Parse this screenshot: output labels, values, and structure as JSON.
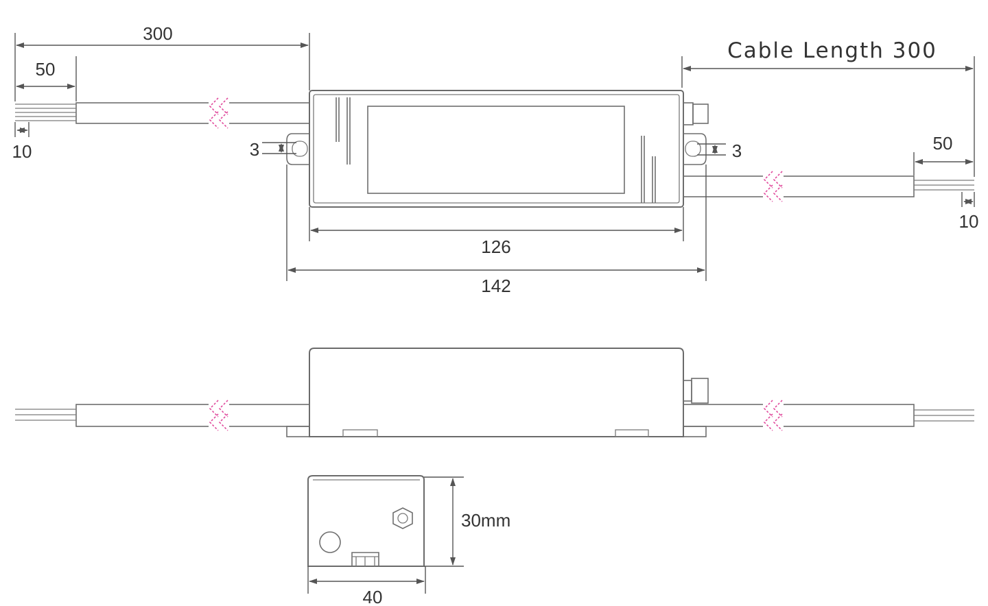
{
  "dimensions": {
    "cable_left_total": "300",
    "strip_left": "50",
    "tip_left": "10",
    "tab_left": "3",
    "tab_right": "3",
    "cable_length_label": "Cable Length 300",
    "strip_right": "50",
    "tip_right": "10",
    "body_length": "126",
    "overall_length": "142",
    "height": "30mm",
    "width": "40"
  },
  "colors": {
    "line": "#6e6e6e",
    "dimension": "#555555",
    "break_mark": "#e0489b",
    "text": "#333333"
  }
}
